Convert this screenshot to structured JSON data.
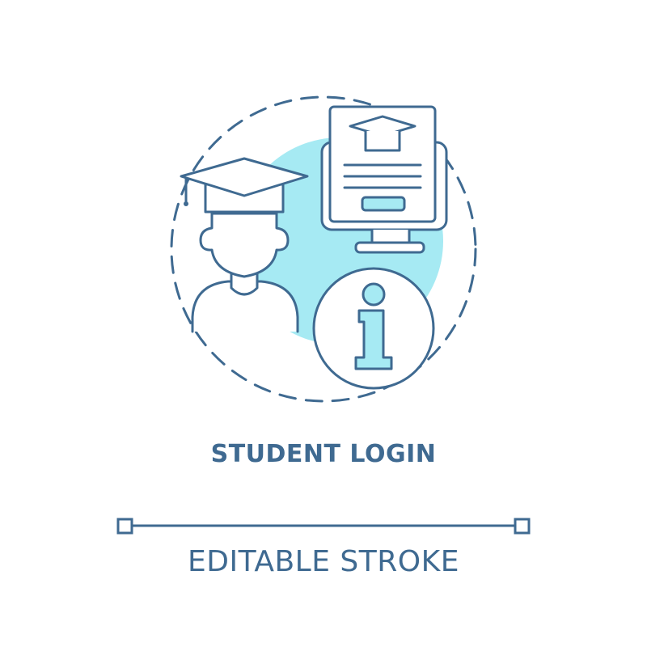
{
  "title": "STUDENT LOGIN",
  "caption": "EDITABLE STROKE",
  "colors": {
    "stroke": "#3f6a91",
    "accent_fill": "#a6eaf3",
    "background": "#ffffff"
  },
  "icons": [
    "graduate-student-icon",
    "computer-monitor-icon",
    "info-icon",
    "dashed-circle-frame"
  ]
}
